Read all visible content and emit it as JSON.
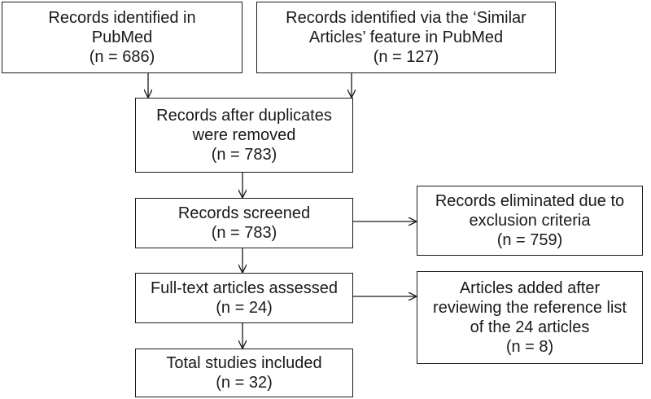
{
  "boxes": {
    "pubmed": {
      "lines": [
        "Records identified in",
        "PubMed",
        "(n = 686)"
      ]
    },
    "similar": {
      "lines": [
        "Records identified via the ‘Similar",
        "Articles’ feature in PubMed",
        "(n = 127)"
      ]
    },
    "deduplicated": {
      "lines": [
        "Records after duplicates",
        "were removed",
        "(n = 783)"
      ]
    },
    "screened": {
      "lines": [
        "Records screened",
        "(n = 783)"
      ]
    },
    "eliminated": {
      "lines": [
        "Records eliminated due to",
        "exclusion criteria",
        "(n = 759)"
      ]
    },
    "fulltext": {
      "lines": [
        "Full-text articles assessed",
        "(n = 24)"
      ]
    },
    "added": {
      "lines": [
        "Articles added after",
        "reviewing the reference list",
        "of the 24 articles",
        "(n = 8)"
      ]
    },
    "included": {
      "lines": [
        "Total studies included",
        "(n = 32)"
      ]
    }
  },
  "colors": {
    "stroke": "#1a1a1a",
    "fill": "#ffffff"
  }
}
